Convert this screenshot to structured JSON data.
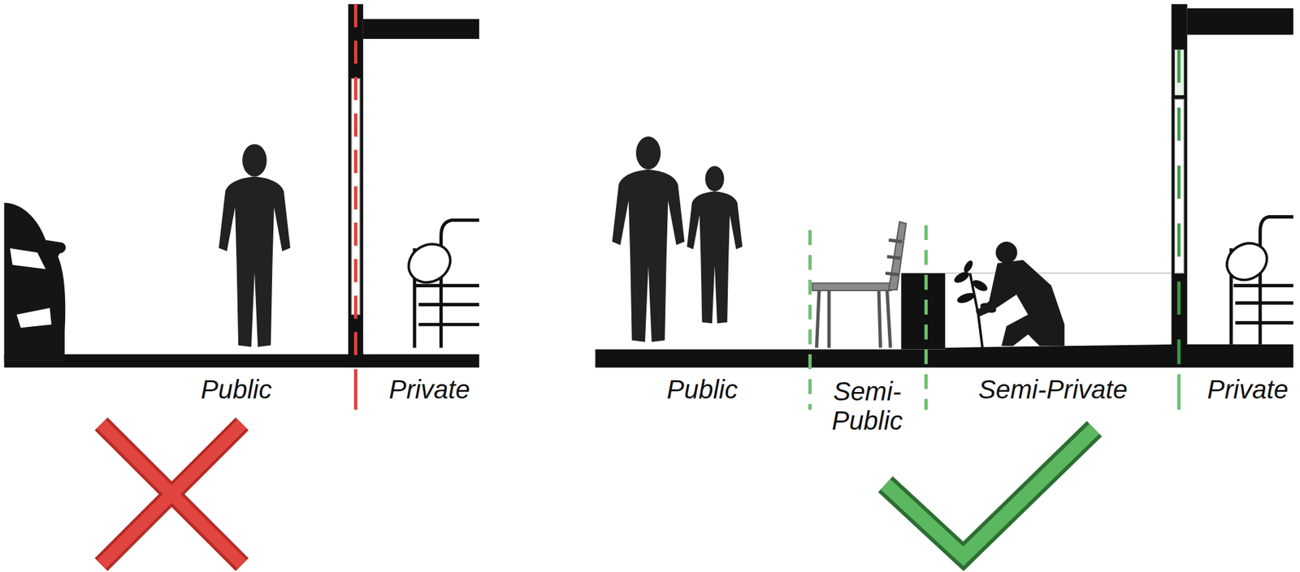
{
  "diagram": {
    "labels": [
      "Public",
      "Private",
      "Public",
      "Semi- Public",
      "Semi-Private",
      "Private"
    ]
  }
}
